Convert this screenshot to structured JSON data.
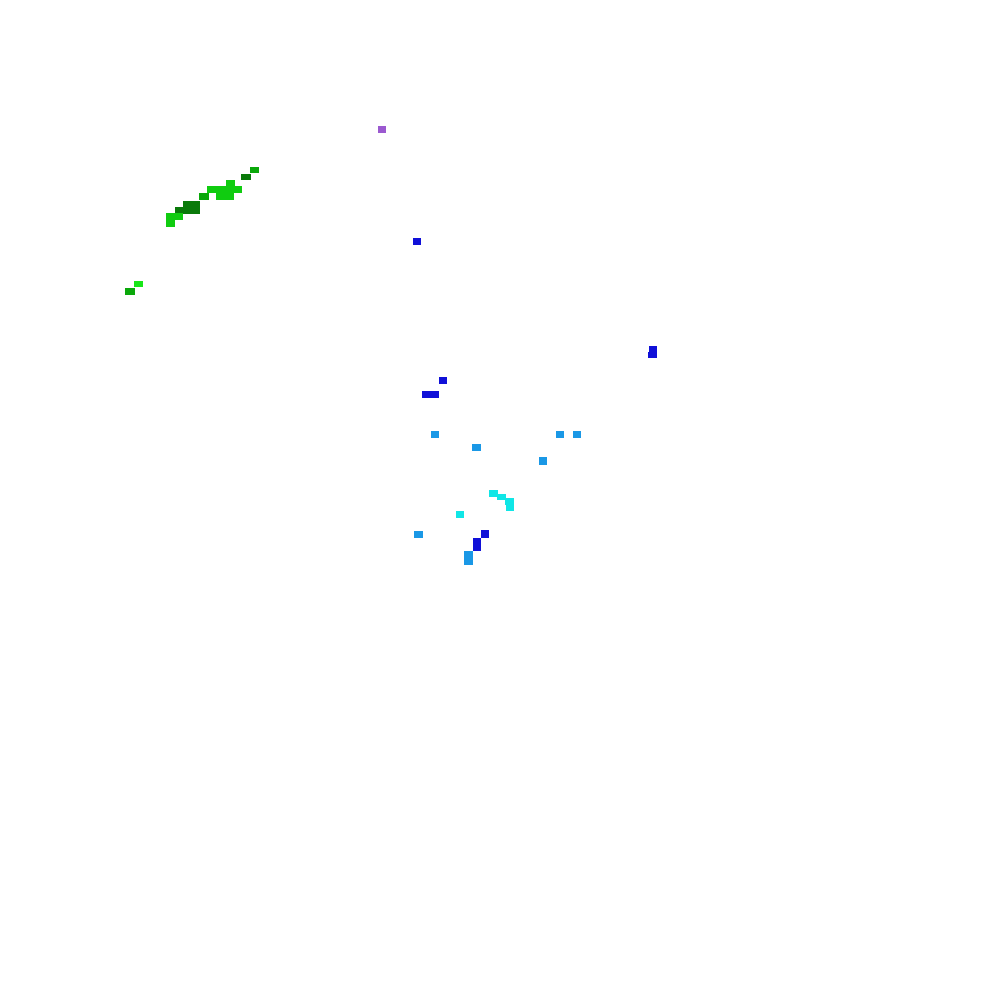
{
  "palette": {
    "violet": "#9b59d0",
    "blue": "#1010d8",
    "sky": "#1a98e6",
    "cyan": "#10e6e6",
    "green_dark": "#0a7a0a",
    "green_mid": "#0aa80a",
    "green_bright": "#10cc10",
    "green_lime": "#18e618"
  },
  "clusters": [
    {
      "name": "violet-cluster",
      "color_key": "violet"
    },
    {
      "name": "green-cluster",
      "color_key": "green_mid"
    },
    {
      "name": "blue-cluster",
      "color_key": "blue"
    },
    {
      "name": "sky-cluster",
      "color_key": "sky"
    },
    {
      "name": "cyan-cluster",
      "color_key": "cyan"
    }
  ]
}
